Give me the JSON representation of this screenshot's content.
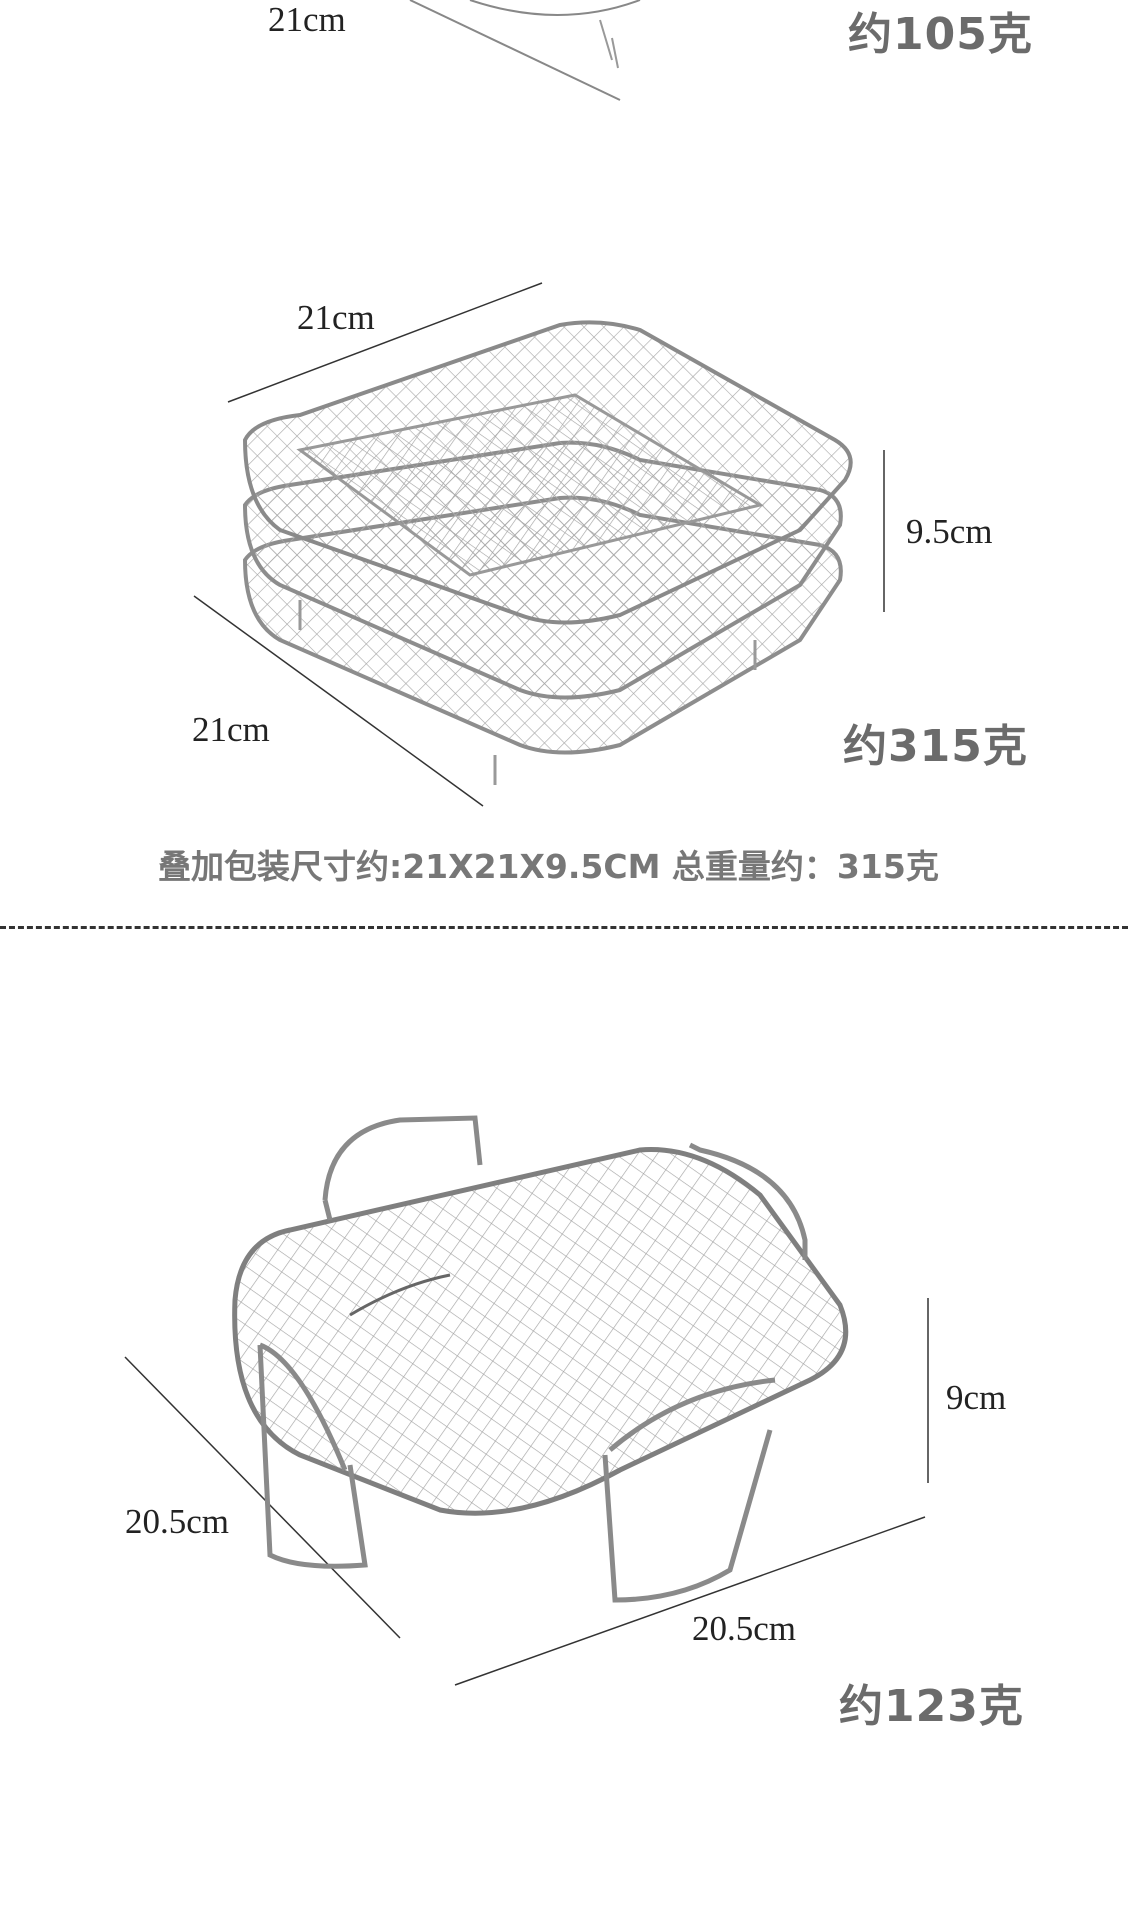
{
  "section1": {
    "width_label": "21cm",
    "weight": "约105克"
  },
  "section2": {
    "top_width_label": "21cm",
    "height_label": "9.5cm",
    "depth_label": "21cm",
    "weight": "约315克",
    "caption": "叠加包装尺寸约:21X21X9.5CM 总重量约：315克"
  },
  "section3": {
    "height_label": "9cm",
    "depth_label": "20.5cm",
    "width_label": "20.5cm",
    "weight": "约123克"
  },
  "colors": {
    "text": "#222222",
    "weight": "#6b6b6b",
    "caption": "#777777",
    "metal": "#9a9a9a"
  }
}
